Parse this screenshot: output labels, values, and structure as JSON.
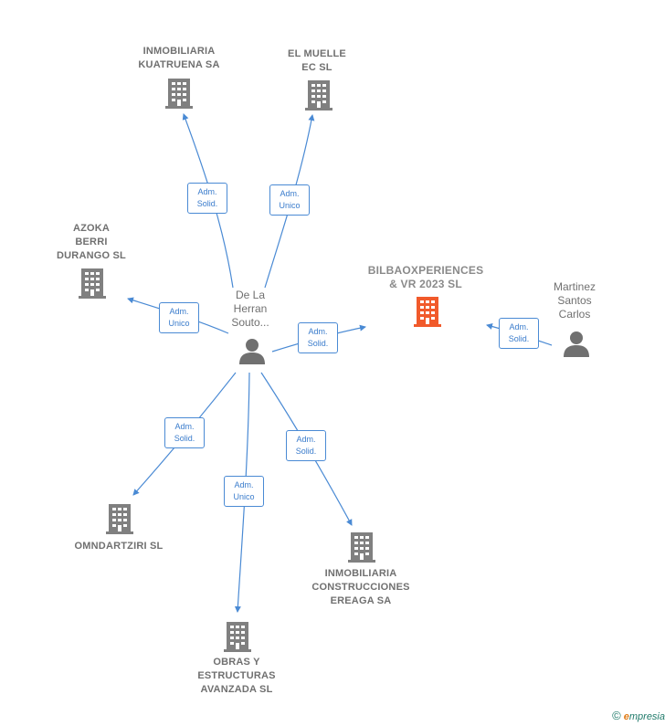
{
  "colors": {
    "edge": "#4a8ad4",
    "building": "#808080",
    "building_main": "#f15a2b",
    "person": "#707070"
  },
  "center_person": {
    "label": "De La\nHerran\nSouto..."
  },
  "side_person": {
    "label": "Martinez\nSantos\nCarlos"
  },
  "companies": {
    "kuatruena": "INMOBILIARIA\nKUATRUENA SA",
    "muelle": "EL MUELLE\nEC  SL",
    "azoka": "AZOKA\nBERRI\nDURANGO  SL",
    "bilbao": "BILBAOXPERIENCES\n& VR 2023  SL",
    "omndartziri": "OMNDARTZIRI SL",
    "obras": "OBRAS Y\nESTRUCTURAS\nAVANZADA  SL",
    "inmob_const": "INMOBILIARIA\nCONSTRUCCIONES\nEREAGA SA"
  },
  "roles": {
    "kuatruena": [
      "Adm.",
      "Solid."
    ],
    "muelle": [
      "Adm.",
      "Unico"
    ],
    "azoka": [
      "Adm.",
      "Unico"
    ],
    "bilbao": [
      "Adm.",
      "Solid."
    ],
    "omndartziri": [
      "Adm.",
      "Solid."
    ],
    "obras": [
      "Adm.",
      "Unico"
    ],
    "inmob_const": [
      "Adm.",
      "Solid."
    ],
    "martinez": [
      "Adm.",
      "Solid."
    ]
  },
  "footer": {
    "copyright": "©",
    "brand_e": "e",
    "brand_rest": "mpresia"
  }
}
